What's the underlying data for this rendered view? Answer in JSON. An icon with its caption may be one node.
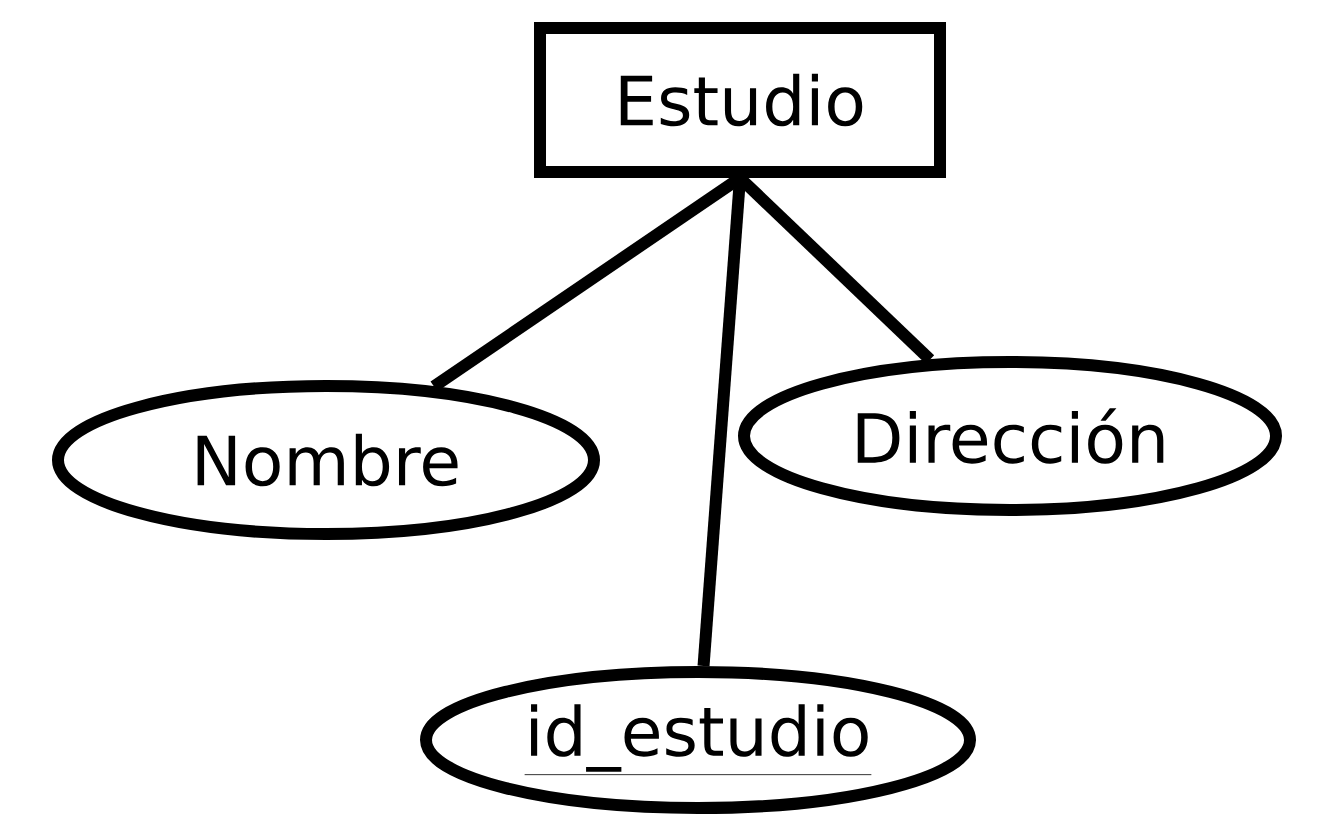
{
  "diagram": {
    "nodes": [
      {
        "text": [
          "Estudio"
        ]
      },
      {
        "text": [
          "Nombre"
        ]
      },
      {
        "text": [
          "Dirección"
        ]
      },
      {
        "text": [
          "id_estudio"
        ]
      }
    ],
    "edges": [
      {
        "from": 0,
        "to": 1,
        "arrow": "none"
      },
      {
        "from": 0,
        "to": 2,
        "arrow": "none"
      },
      {
        "from": 0,
        "to": 3,
        "arrow": "none"
      }
    ]
  }
}
